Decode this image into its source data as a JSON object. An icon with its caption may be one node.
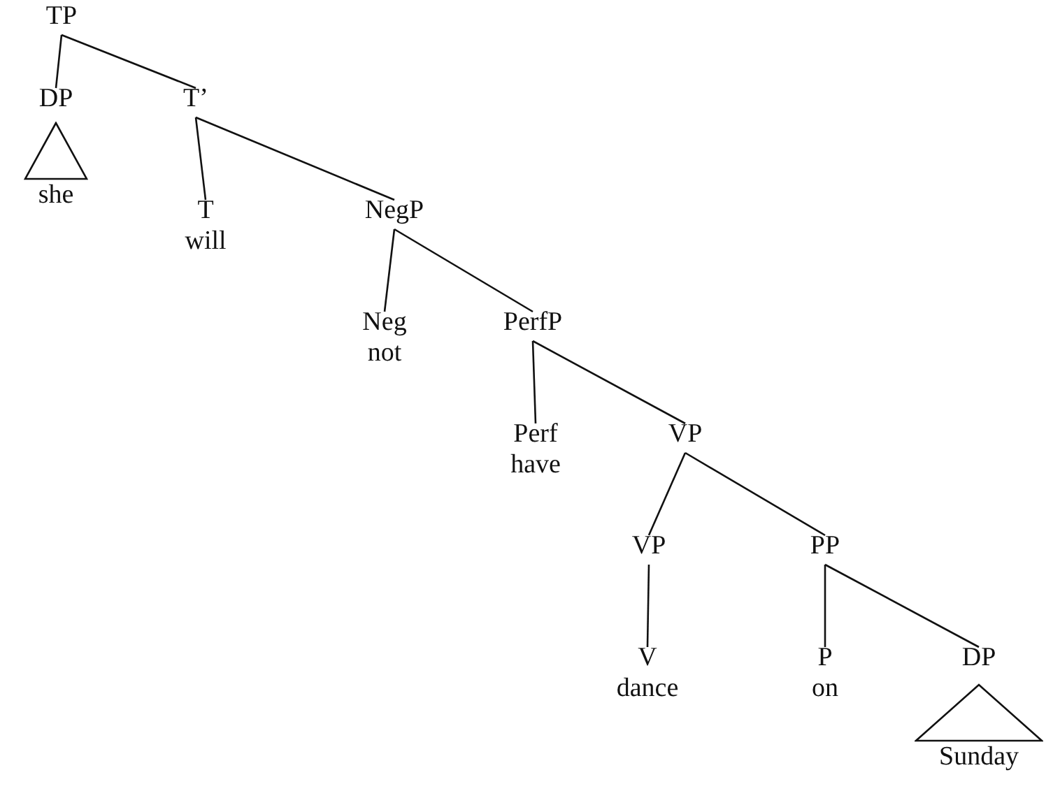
{
  "diagram": {
    "nodes": [
      {
        "text": [
          "TP"
        ]
      },
      {
        "text": [
          "DP"
        ]
      },
      {
        "text": [],
        "shape": "triangle",
        "beside": [
          "she"
        ]
      },
      {
        "text": [
          "T’"
        ]
      },
      {
        "text": [
          "T",
          "will"
        ]
      },
      {
        "text": [
          "NegP"
        ]
      },
      {
        "text": [
          "Neg",
          "not"
        ]
      },
      {
        "text": [
          "PerfP"
        ]
      },
      {
        "text": [
          "Perf",
          "have"
        ]
      },
      {
        "text": [
          "VP"
        ]
      },
      {
        "text": [
          "VP"
        ]
      },
      {
        "text": [
          "PP"
        ]
      },
      {
        "text": [
          "V",
          "dance"
        ]
      },
      {
        "text": [
          "P",
          "on"
        ]
      },
      {
        "text": [
          "DP"
        ]
      },
      {
        "text": [],
        "shape": "triangle",
        "beside": [
          "Sunday"
        ]
      }
    ],
    "edges": [
      {
        "from": 0,
        "to": 1,
        "arrow": "none"
      },
      {
        "from": 0,
        "to": 3,
        "arrow": "none"
      },
      {
        "from": 3,
        "to": 4,
        "arrow": "none"
      },
      {
        "from": 3,
        "to": 5,
        "arrow": "none"
      },
      {
        "from": 5,
        "to": 6,
        "arrow": "none"
      },
      {
        "from": 5,
        "to": 7,
        "arrow": "none"
      },
      {
        "from": 7,
        "to": 8,
        "arrow": "none"
      },
      {
        "from": 7,
        "to": 9,
        "arrow": "none"
      },
      {
        "from": 9,
        "to": 10,
        "arrow": "none"
      },
      {
        "from": 9,
        "to": 11,
        "arrow": "none"
      },
      {
        "from": 10,
        "to": 12,
        "arrow": "none"
      },
      {
        "from": 11,
        "to": 13,
        "arrow": "none"
      },
      {
        "from": 11,
        "to": 14,
        "arrow": "none"
      }
    ]
  }
}
